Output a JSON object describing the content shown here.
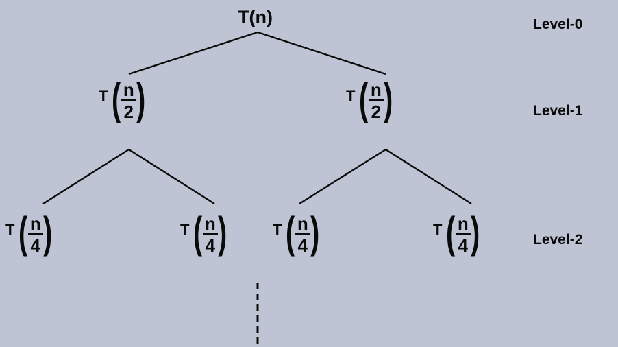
{
  "tree": {
    "root": {
      "t": "T(n)"
    },
    "level1": [
      {
        "t": "T",
        "num": "n",
        "den": "2"
      },
      {
        "t": "T",
        "num": "n",
        "den": "2"
      }
    ],
    "level2": [
      {
        "t": "T",
        "num": "n",
        "den": "4"
      },
      {
        "t": "T",
        "num": "n",
        "den": "4"
      },
      {
        "t": "T",
        "num": "n",
        "den": "4"
      },
      {
        "t": "T",
        "num": "n",
        "den": "4"
      }
    ]
  },
  "levels": [
    "Level-0",
    "Level-1",
    "Level-2"
  ]
}
